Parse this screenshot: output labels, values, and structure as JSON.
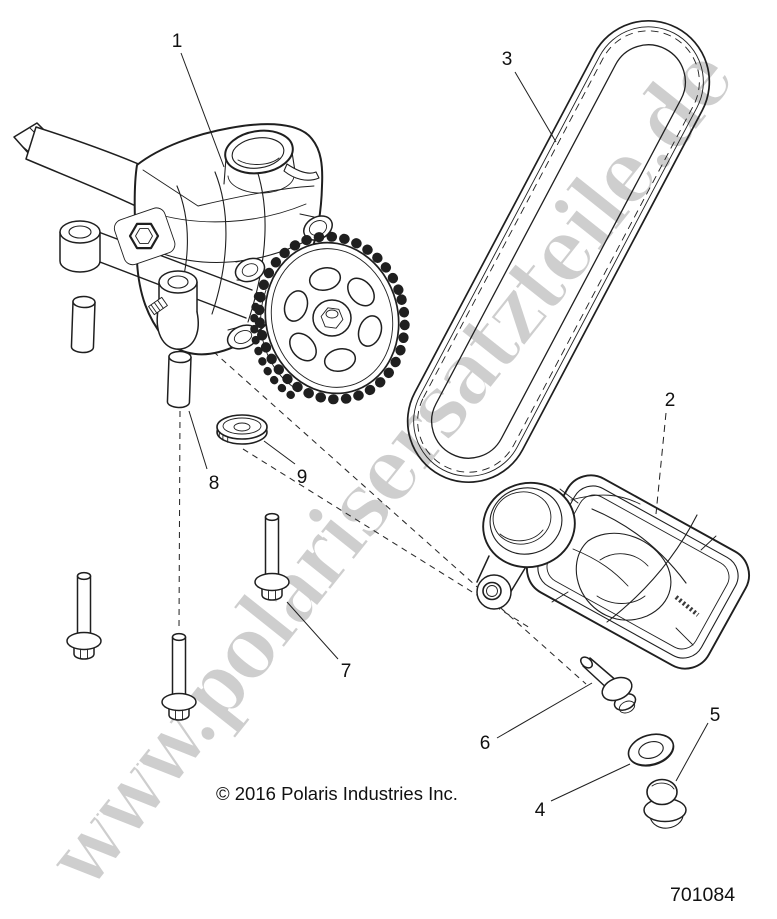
{
  "watermark": {
    "text": "www.polarisersatzteile.de",
    "color": "#c6c6c6"
  },
  "footer": {
    "copyright": "© 2016 Polaris Industries Inc.",
    "part_number": "701084"
  },
  "callouts": [
    {
      "num": "1"
    },
    {
      "num": "2"
    },
    {
      "num": "3"
    },
    {
      "num": "4"
    },
    {
      "num": "5"
    },
    {
      "num": "6"
    },
    {
      "num": "7"
    },
    {
      "num": "8"
    },
    {
      "num": "9"
    }
  ],
  "colors": {
    "line": "#1f1f1f",
    "background": "#ffffff"
  }
}
